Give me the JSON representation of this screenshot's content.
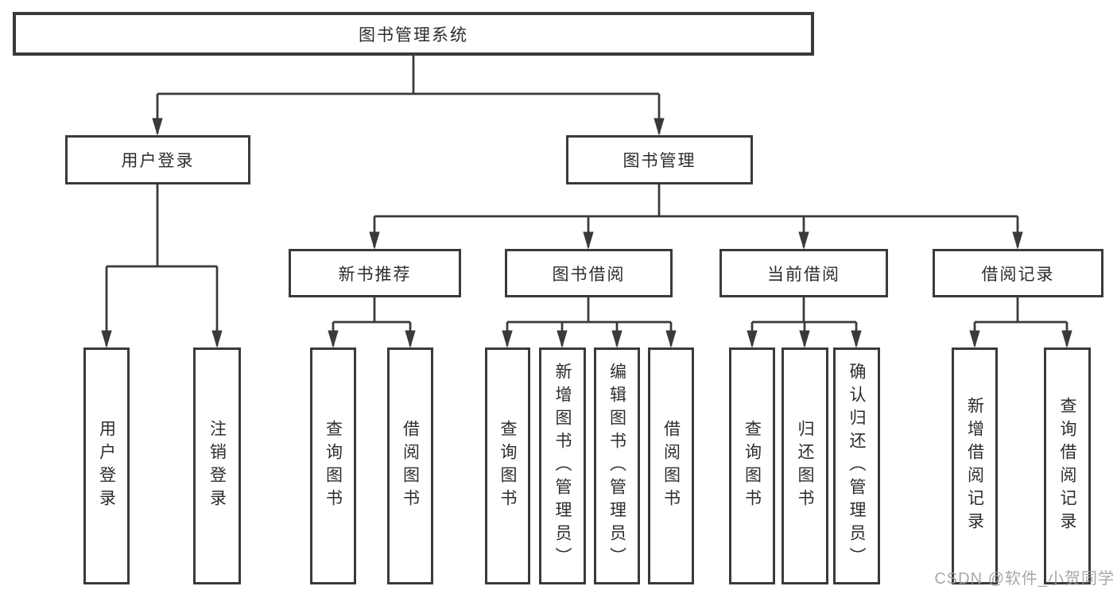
{
  "diagram": {
    "root": {
      "label": "图书管理系统"
    },
    "level2": [
      {
        "label": "用户登录"
      },
      {
        "label": "图书管理"
      }
    ],
    "level3": [
      {
        "label": "新书推荐",
        "parent": "图书管理"
      },
      {
        "label": "图书借阅",
        "parent": "图书管理"
      },
      {
        "label": "当前借阅",
        "parent": "图书管理"
      },
      {
        "label": "借阅记录",
        "parent": "图书管理"
      }
    ],
    "leaves": [
      {
        "label": "用户登录",
        "parent": "用户登录"
      },
      {
        "label": "注销登录",
        "parent": "用户登录"
      },
      {
        "label": "查询图书",
        "parent": "新书推荐"
      },
      {
        "label": "借阅图书",
        "parent": "新书推荐"
      },
      {
        "label": "查询图书",
        "parent": "图书借阅"
      },
      {
        "label": "新增图书（管理员）",
        "parent": "图书借阅"
      },
      {
        "label": "编辑图书（管理员）",
        "parent": "图书借阅"
      },
      {
        "label": "借阅图书",
        "parent": "图书借阅"
      },
      {
        "label": "查询图书",
        "parent": "当前借阅"
      },
      {
        "label": "归还图书",
        "parent": "当前借阅"
      },
      {
        "label": "确认归还（管理员）",
        "parent": "当前借阅"
      },
      {
        "label": "新增借阅记录",
        "parent": "借阅记录"
      },
      {
        "label": "查询借阅记录",
        "parent": "借阅记录"
      }
    ]
  },
  "watermark": {
    "text": "CSDN @软件_小贺同学"
  },
  "colors": {
    "line": "#3a3a3a",
    "text": "#2d2d2d",
    "watermark": "#9e9e9e",
    "background": "#ffffff"
  }
}
